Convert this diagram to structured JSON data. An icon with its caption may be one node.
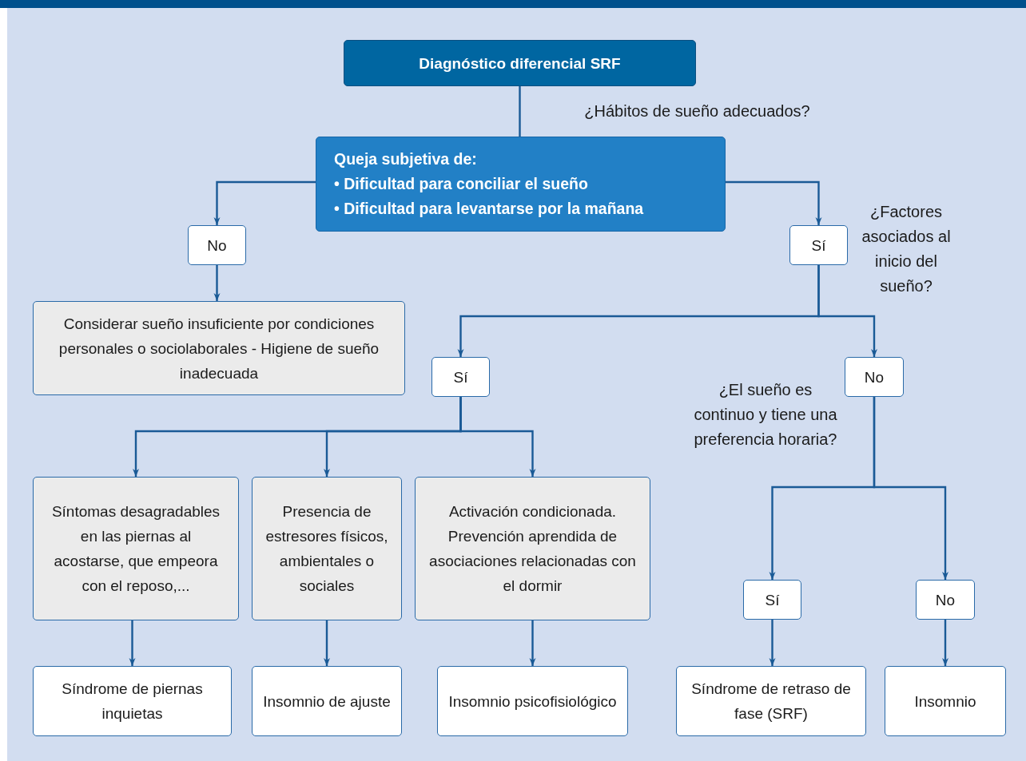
{
  "diagram": {
    "nodes": [
      {
        "text": [
          "Diagnóstico diferencial SRF"
        ]
      },
      {
        "text": [
          "Queja subjetiva de:",
          "• Dificultad para conciliar el sueño",
          "• Dificultad para levantarse por la mañana"
        ]
      },
      {
        "text": [
          "No"
        ]
      },
      {
        "text": [
          "Sí"
        ]
      },
      {
        "text": [
          "Considerar sueño insuficiente por condiciones personales o sociolaborales - Higiene de sueño inadecuada"
        ]
      },
      {
        "text": [
          "Sí"
        ]
      },
      {
        "text": [
          "No"
        ]
      },
      {
        "text": [
          "Síntomas desagradables en las piernas al acostarse, que empeora con el reposo,..."
        ]
      },
      {
        "text": [
          "Presencia de estresores físicos, ambientales o sociales"
        ]
      },
      {
        "text": [
          "Activación condicionada. Prevención aprendida de asociaciones relacionadas con el dormir"
        ]
      },
      {
        "text": [
          "Sí"
        ]
      },
      {
        "text": [
          "No"
        ]
      },
      {
        "text": [
          "Síndrome de piernas inquietas"
        ]
      },
      {
        "text": [
          "Insomnio de ajuste"
        ]
      },
      {
        "text": [
          "Insomnio psicofisiológico"
        ]
      },
      {
        "text": [
          "Síndrome de retraso de fase (SRF)"
        ]
      },
      {
        "text": [
          "Insomnio"
        ]
      }
    ],
    "edges": [
      {
        "from": 0,
        "to": 1,
        "arrow": "none"
      },
      {
        "from": 1,
        "to": 2,
        "arrow": "to"
      },
      {
        "from": 1,
        "to": 3,
        "arrow": "to"
      },
      {
        "from": 2,
        "to": 4,
        "arrow": "to"
      },
      {
        "from": 3,
        "to": 5,
        "arrow": "to"
      },
      {
        "from": 3,
        "to": 6,
        "arrow": "to"
      },
      {
        "from": 5,
        "to": 7,
        "arrow": "to"
      },
      {
        "from": 5,
        "to": 8,
        "arrow": "to"
      },
      {
        "from": 5,
        "to": 9,
        "arrow": "to"
      },
      {
        "from": 6,
        "to": 10,
        "arrow": "to"
      },
      {
        "from": 6,
        "to": 11,
        "arrow": "to"
      },
      {
        "from": 7,
        "to": 12,
        "arrow": "to"
      },
      {
        "from": 8,
        "to": 13,
        "arrow": "to"
      },
      {
        "from": 9,
        "to": 14,
        "arrow": "to"
      },
      {
        "from": 10,
        "to": 15,
        "arrow": "to"
      },
      {
        "from": 11,
        "to": 16,
        "arrow": "to"
      }
    ],
    "labels": [
      "¿Hábitos de sueño adecuados?",
      "¿Factores asociados al inicio del sueño?",
      "¿El sueño es continuo y tiene una preferencia horaria?"
    ]
  }
}
